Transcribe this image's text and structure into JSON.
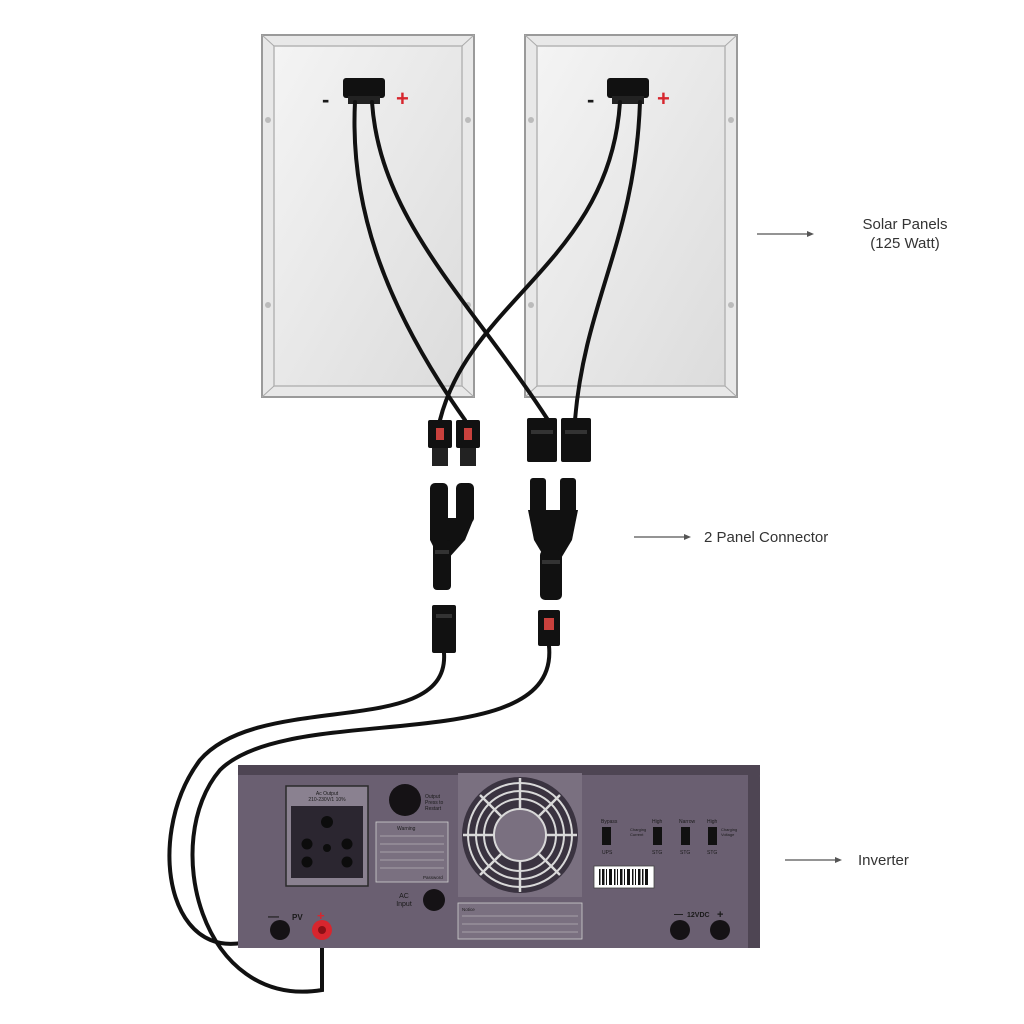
{
  "labels": {
    "solar_panels_line1": "Solar Panels",
    "solar_panels_line2": "(125 Watt)",
    "connector": "2 Panel Connector",
    "inverter": "Inverter"
  },
  "panel": {
    "minus": "-",
    "plus": "+"
  },
  "inverter": {
    "ac_output_line1": "Ac Output",
    "ac_output_line2": "210-230V/1 10%",
    "output_press": "Output",
    "output_press2": "Press to",
    "output_press3": "Restart",
    "warning": "Warning",
    "password": "Password",
    "ac_input_line1": "AC",
    "ac_input_line2": "Input",
    "bypass": "Bypass",
    "ups": "UPS",
    "charging_current": "Charging",
    "charging_current2": "Current",
    "high1": "High",
    "stg1": "STG",
    "narrow": "Narrow",
    "stg2": "STG",
    "high2": "High",
    "charging_voltage": "Charging",
    "charging_voltage2": "Voltage",
    "stg3": "STG",
    "pv_minus": "—",
    "pv": "PV",
    "pv_plus": "+",
    "vdc_minus": "—",
    "vdc": "12VDC",
    "vdc_plus": "+",
    "note": "Notice"
  },
  "colors": {
    "inverter_body": "#6a5f71",
    "inverter_top": "#4e4553",
    "panel_frame": "#e6e6e6",
    "cable": "#111111",
    "plus_red": "#d7262e"
  }
}
